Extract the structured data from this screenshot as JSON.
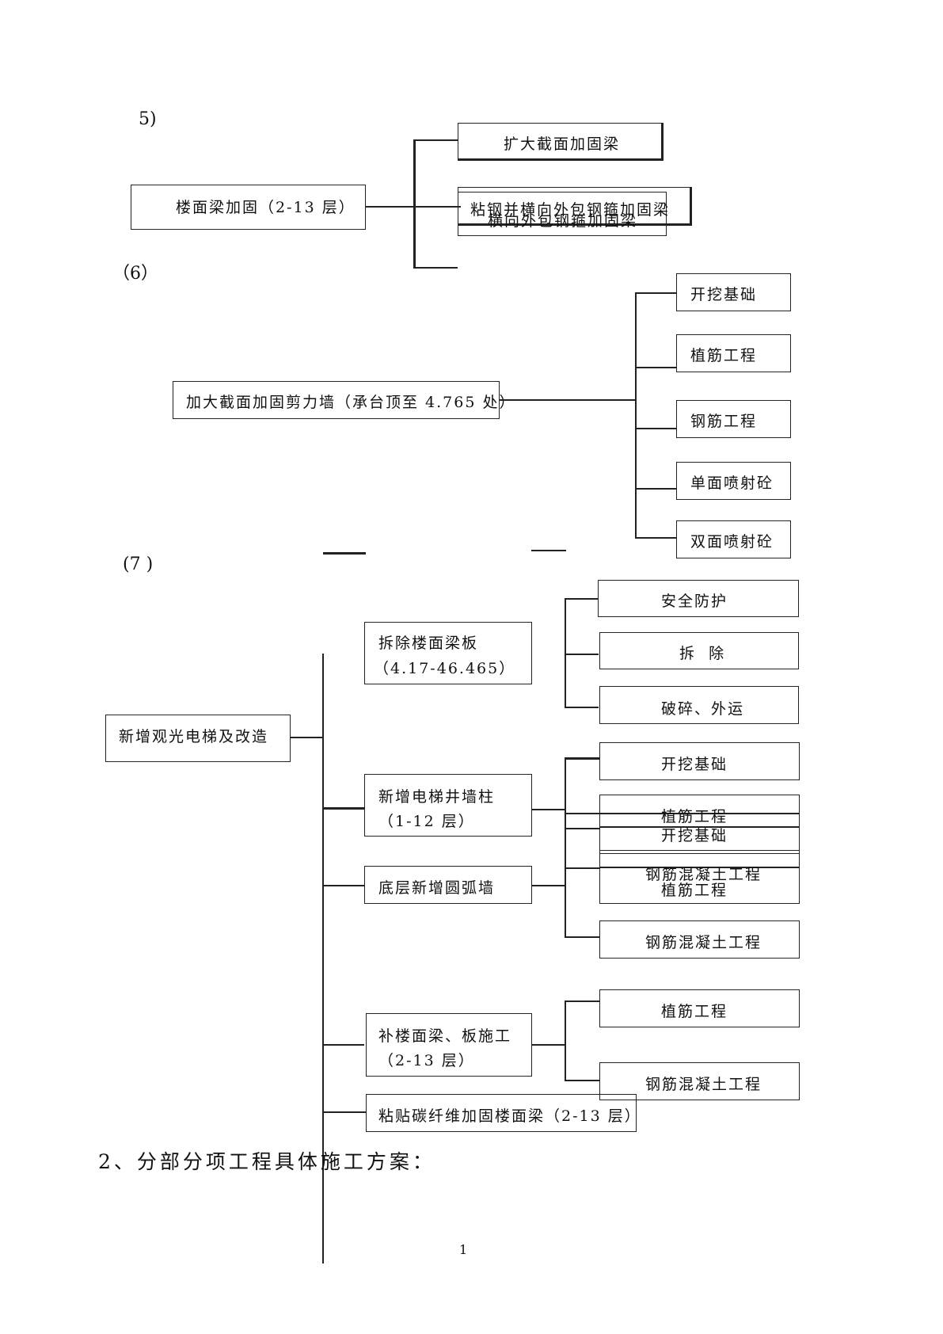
{
  "section5": {
    "number": "5)",
    "root": "楼面梁加固（2-13 层）",
    "child1": "扩大截面加固梁",
    "child2_a": "粘钢并横向外包钢箍加固梁",
    "child2_b": "横向外包钢箍加固梁"
  },
  "section6": {
    "number": "（6）",
    "root": "加大截面加固剪力墙（承台顶至 4.765 处）",
    "children": [
      "开挖基础",
      "植筋工程",
      "钢筋工程",
      "单面喷射砼",
      "双面喷射砼"
    ]
  },
  "section7": {
    "number": "(7 )",
    "root": "新增观光电梯及改造",
    "branch1_line1": "拆除楼面梁板",
    "branch1_line2": "（4.17-46.465）",
    "branch1_children": [
      "安全防护",
      "拆  除",
      "破碎、外运"
    ],
    "branch2_line1": "新增电梯井墙柱",
    "branch2_line2": "（1-12 层）",
    "branch3": "底层新增圆弧墙",
    "group23": [
      "开挖基础",
      "植筋工程",
      "开挖基础",
      "钢筋混凝土工程",
      "植筋工程",
      "钢筋混凝土工程"
    ],
    "branch4_line1": "补楼面梁、板施工",
    "branch4_line2": "（2-13 层）",
    "branch4_children": [
      "植筋工程",
      "钢筋混凝土工程"
    ],
    "branch5": "粘贴碳纤维加固楼面梁（2-13 层）"
  },
  "heading": "2、分部分项工程具体施工方案：",
  "page_number": "1"
}
